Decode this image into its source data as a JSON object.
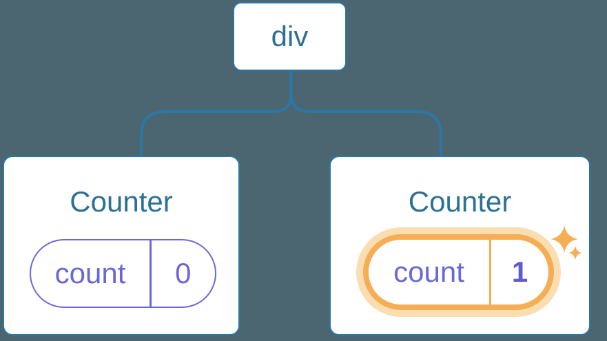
{
  "diagram": {
    "description": "React component tree with a div root and two Counter children; second counter state just updated",
    "root": {
      "label": "div"
    },
    "children": [
      {
        "title": "Counter",
        "state": {
          "key": "count",
          "value": "0"
        },
        "highlighted": false
      },
      {
        "title": "Counter",
        "state": {
          "key": "count",
          "value": "1"
        },
        "highlighted": true,
        "highlight_icon": "sparkles-icon"
      }
    ]
  },
  "theme": {
    "background": "#4B6670",
    "node_fill": "#FFFFFF",
    "line_blue": "#2B78A6",
    "label_blue": "#2D7095",
    "state_purple": "#6A67D8",
    "value_purple": "#5B5BD6",
    "highlight_orange": "#F6AE55",
    "highlight_halo": "#FADDB0"
  }
}
